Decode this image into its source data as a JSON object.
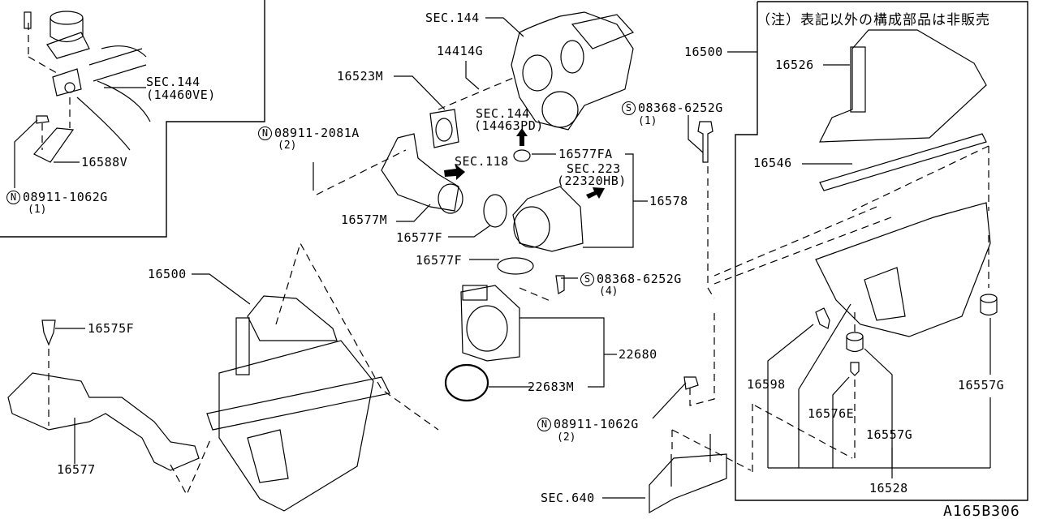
{
  "diagram": {
    "title_note": "（注）表記以外の構成部品は非販売",
    "diagram_code": "A165B306",
    "inset_top_left": {
      "sec_ref": "SEC.144",
      "sec_ref_part": "(14460VE)",
      "bracket": "16588V",
      "nut": {
        "symbol": "N",
        "part": "08911-1062G",
        "qty": "(1)"
      }
    },
    "labels": {
      "sec144_turbo": "SEC.144",
      "stud": "14414G",
      "gasket": "16523M",
      "nut_2081": {
        "symbol": "N",
        "part": "08911-2081A",
        "qty": "(2)"
      },
      "sec144_pd": "SEC.144",
      "sec144_pd_part": "(14463PD)",
      "sec118": "SEC.118",
      "clamp_fa": "16577FA",
      "sec223": "SEC.223",
      "sec223_part": "(22320HB)",
      "duct_m": "16577M",
      "clamp_f1": "16577F",
      "hose_16578": "16578",
      "clamp_f2": "16577F",
      "bolt_4": {
        "symbol": "S",
        "part": "08368-6252G",
        "qty": "(4)"
      },
      "maf": "22680",
      "oring": "22683M",
      "nut_1062_2": {
        "symbol": "N",
        "part": "08911-1062G",
        "qty": "(2)"
      },
      "sec640": "SEC.640",
      "aircleaner_left": "16500",
      "clip": "16575F",
      "inlet_duct": "16577",
      "aircleaner_right": "16500",
      "bolt_1": {
        "symbol": "S",
        "part": "08368-6252G",
        "qty": "(1)"
      },
      "upper_cover": "16526",
      "filter": "16546",
      "clamp_16598": "16598",
      "mount_g1": "16557G",
      "mount_g2": "16557G",
      "grommet": "16576E",
      "body": "16528"
    }
  }
}
